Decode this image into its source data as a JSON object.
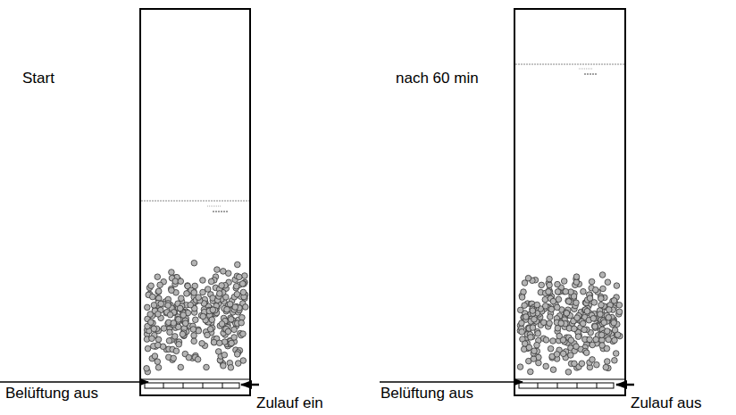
{
  "diagram": {
    "labels": [
      "Start",
      "Belüftung aus",
      "Zulauf ein",
      "nach 60 min",
      "Belüftung aus",
      "Zulauf aus"
    ]
  }
}
